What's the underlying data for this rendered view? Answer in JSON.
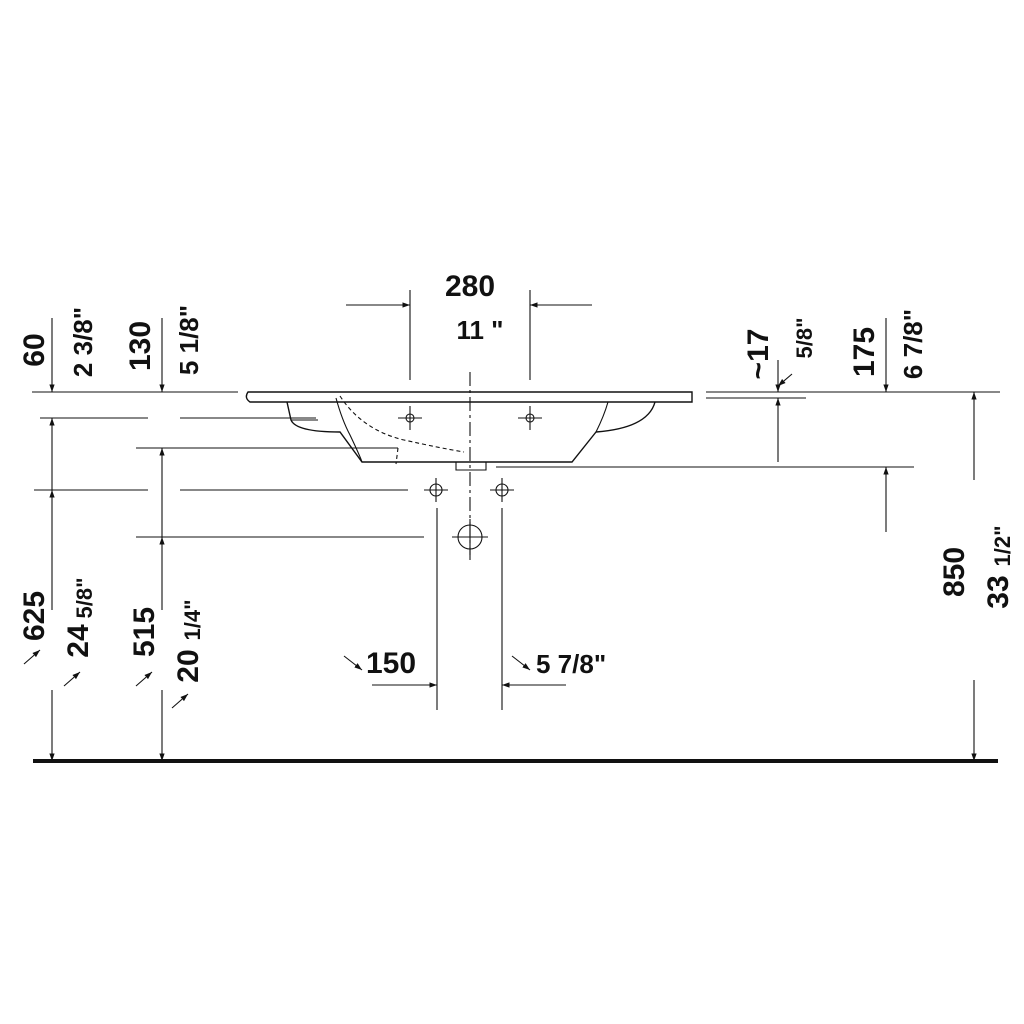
{
  "dimensions": {
    "basin_top_mm": "60",
    "basin_top_in": "2 3/8\"",
    "bowl_depth_mm": "130",
    "bowl_depth_in": "5 1/8\"",
    "tap_spacing_mm": "280",
    "tap_spacing_in": "11 \"",
    "rim_thickness_mm": "~17",
    "rim_thickness_in": "5/8\"",
    "drain_depth_mm": "175",
    "drain_depth_in": "6 7/8\"",
    "supply_height_mm": "625",
    "supply_height_in_whole": "24",
    "supply_height_in_frac": "5/8\"",
    "waste_height_mm": "515",
    "waste_height_in_whole": "20",
    "waste_height_in_frac": "1/4\"",
    "supply_spacing_mm": "150",
    "supply_spacing_in": "5 7/8\"",
    "total_height_mm": "850",
    "total_height_in_whole": "33",
    "total_height_in_frac": "1/2\""
  }
}
